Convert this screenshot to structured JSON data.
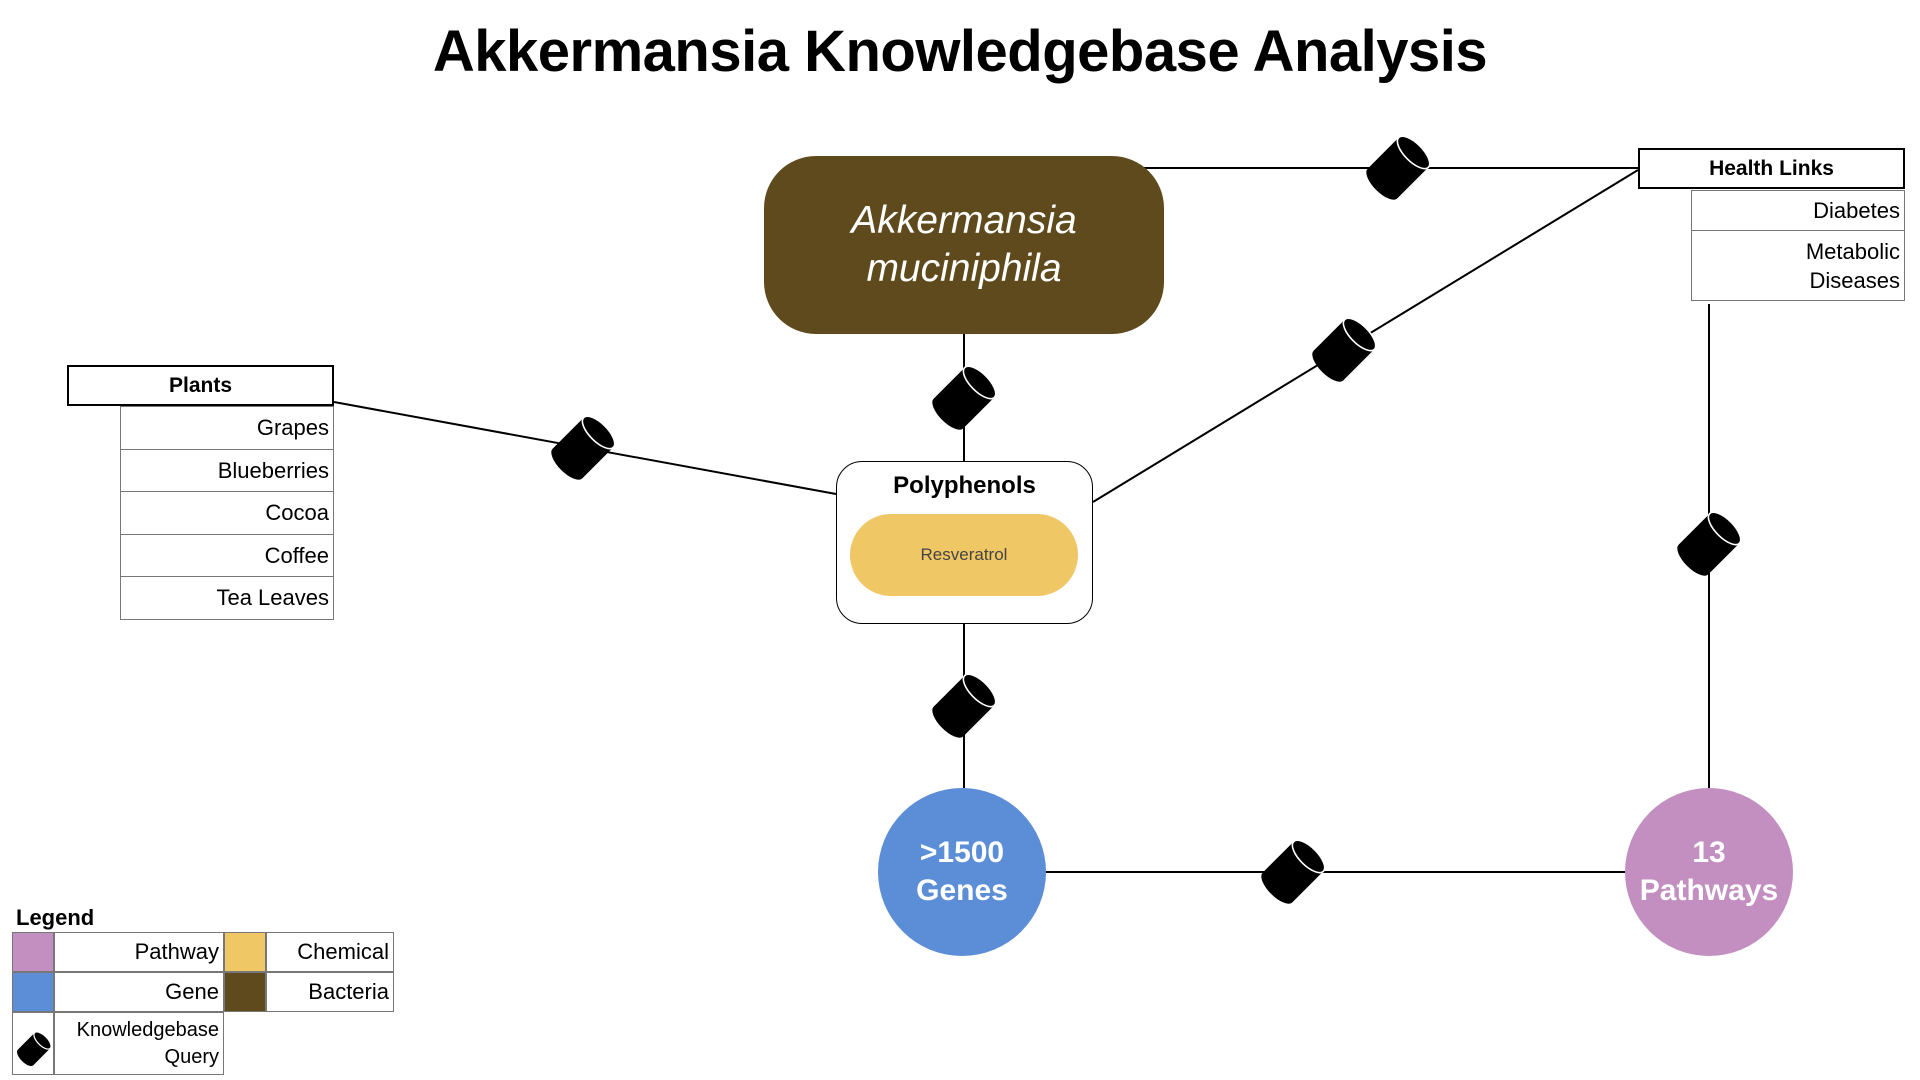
{
  "title": "Akkermansia Knowledgebase Analysis",
  "colors": {
    "pathway": "#c28fc0",
    "gene": "#5b8ed6",
    "chemical": "#f0c765",
    "bacteria": "#5e4a1c",
    "query_icon": "#000000"
  },
  "nodes": {
    "bacteria": {
      "label": "Akkermansia muciniphila",
      "type": "Bacteria"
    },
    "polyphenols": {
      "title": "Polyphenols",
      "member": "Resveratrol",
      "member_type": "Chemical"
    },
    "genes": {
      "line1": ">1500",
      "line2": "Genes",
      "type": "Gene"
    },
    "pathways": {
      "line1": "13",
      "line2": "Pathways",
      "type": "Pathway"
    }
  },
  "tables": {
    "plants": {
      "header": "Plants",
      "rows": [
        "Grapes",
        "Blueberries",
        "Cocoa",
        "Coffee",
        "Tea Leaves"
      ]
    },
    "health_links": {
      "header": "Health Links",
      "rows": [
        "Diabetes",
        "Metabolic\nDiseases"
      ]
    }
  },
  "edges": [
    {
      "from": "bacteria",
      "to": "health_links",
      "icon": "database-query-icon"
    },
    {
      "from": "polyphenols",
      "to": "health_links",
      "icon": "database-query-icon"
    },
    {
      "from": "bacteria",
      "to": "polyphenols",
      "icon": "database-query-icon"
    },
    {
      "from": "plants",
      "to": "polyphenols",
      "icon": "database-query-icon"
    },
    {
      "from": "polyphenols",
      "to": "genes",
      "icon": "database-query-icon"
    },
    {
      "from": "genes",
      "to": "pathways",
      "icon": "database-query-icon"
    },
    {
      "from": "health_links",
      "to": "pathways",
      "icon": "database-query-icon"
    }
  ],
  "legend": {
    "title": "Legend",
    "items": [
      {
        "label": "Pathway",
        "color_key": "pathway"
      },
      {
        "label": "Chemical",
        "color_key": "chemical"
      },
      {
        "label": "Gene",
        "color_key": "gene"
      },
      {
        "label": "Bacteria",
        "color_key": "bacteria"
      },
      {
        "label": "Knowledgebase\nQuery",
        "icon": "database-query-icon"
      }
    ]
  }
}
